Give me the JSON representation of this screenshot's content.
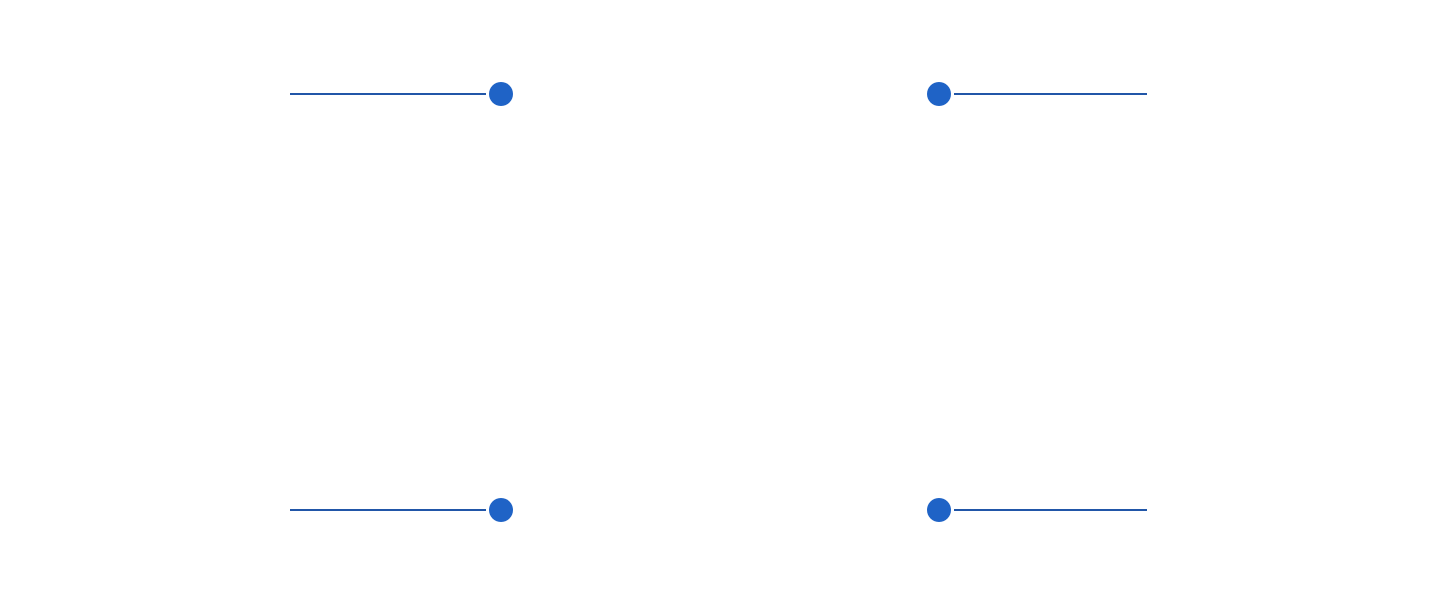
{
  "colors": {
    "line": "#2156a8",
    "dot": "#1f63c6",
    "background": "#ffffff"
  },
  "connectors": [
    {
      "id": "top-left",
      "icon": "dot-connector-icon"
    },
    {
      "id": "top-right",
      "icon": "dot-connector-icon"
    },
    {
      "id": "bottom-left",
      "icon": "dot-connector-icon"
    },
    {
      "id": "bottom-right",
      "icon": "dot-connector-icon"
    }
  ]
}
